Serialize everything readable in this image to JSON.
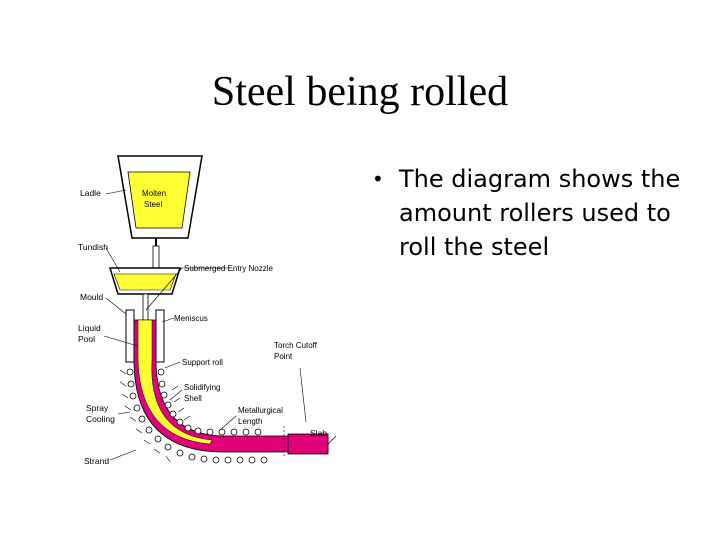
{
  "slide": {
    "title": "Steel being rolled",
    "bullets": [
      "The diagram shows the amount rollers used to roll the steel"
    ]
  },
  "diagram": {
    "labels": {
      "ladle": "Ladle",
      "molten_steel_1": "Molten",
      "molten_steel_2": "Steel",
      "tundish": "Tundish",
      "nozzle": "Submerged Entry Nozzle",
      "mould": "Mould",
      "meniscus": "Meniscus",
      "liquid_pool_1": "Liquid",
      "liquid_pool_2": "Pool",
      "torch_1": "Torch Cutoff",
      "torch_2": "Point",
      "support_roll": "Support roll",
      "solid_shell_1": "Solidifying",
      "solid_shell_2": "Shell",
      "spray_1": "Spray",
      "spray_2": "Cooling",
      "met_length_1": "Metallurgical",
      "met_length_2": "Length",
      "slab": "Slab",
      "strand": "Strand"
    },
    "colors": {
      "molten": "#ffff33",
      "strand": "#e0007a",
      "outline": "#000000"
    }
  }
}
